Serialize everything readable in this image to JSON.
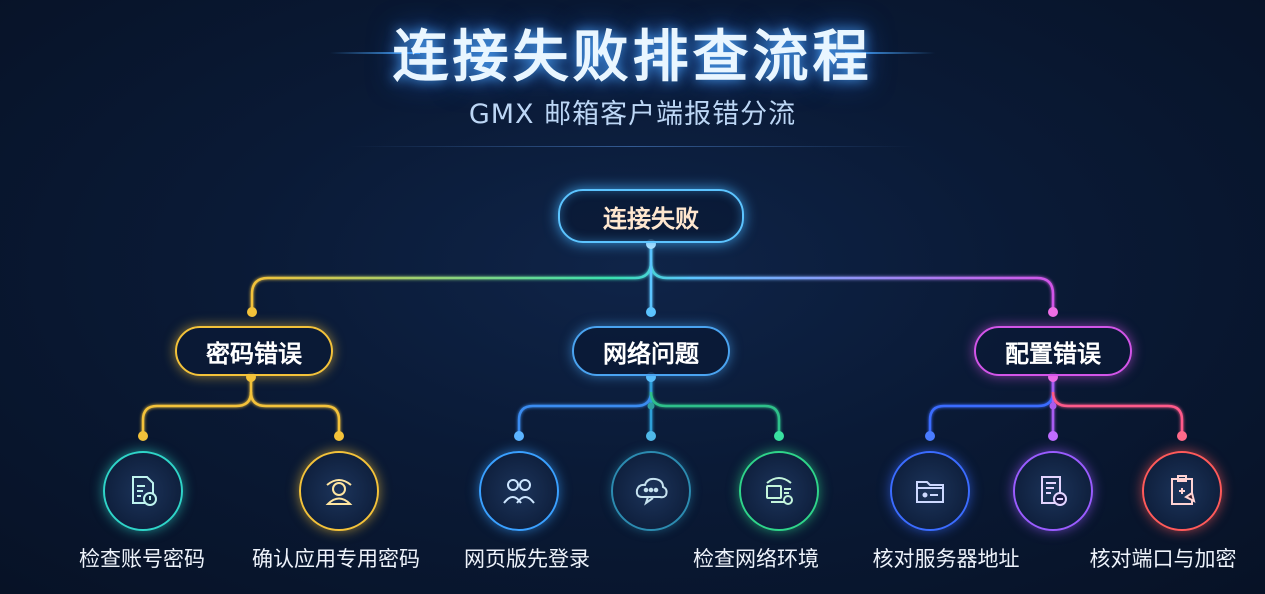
{
  "header": {
    "title": "连接失败排查流程",
    "subtitle": "GMX 邮箱客户端报错分流"
  },
  "root": {
    "label": "连接失败"
  },
  "categories": [
    {
      "label": "密码错误",
      "color": "#f3c23a"
    },
    {
      "label": "网络问题",
      "color": "#4aa3f0"
    },
    {
      "label": "配置错误",
      "color": "#d255e8"
    }
  ],
  "leaves": [
    {
      "label": "检查账号密码",
      "icon": "document-lock-icon",
      "color": "#2fd4c8"
    },
    {
      "label": "确认应用专用密码",
      "icon": "user-profile-icon",
      "color": "#f3c23a"
    },
    {
      "label": "网页版先登录",
      "icon": "users-icon",
      "color": "#3aa0ff"
    },
    {
      "label": "",
      "icon": "cloud-chat-icon",
      "color": "#2c8bb0"
    },
    {
      "label": "检查网络环境",
      "icon": "network-monitor-icon",
      "color": "#2fd48a"
    },
    {
      "label": "核对服务器地址",
      "icon": "server-folder-icon",
      "color": "#3b6cff"
    },
    {
      "label": "",
      "icon": "document-settings-icon",
      "color": "#9a5cff"
    },
    {
      "label": "核对端口与加密",
      "icon": "clipboard-shield-icon",
      "color": "#ff5a5a"
    }
  ],
  "connector_colors": {
    "gradient_left": "#f3c23a",
    "gradient_mid": "#39e0b0",
    "gradient_right": "#d255e8"
  }
}
